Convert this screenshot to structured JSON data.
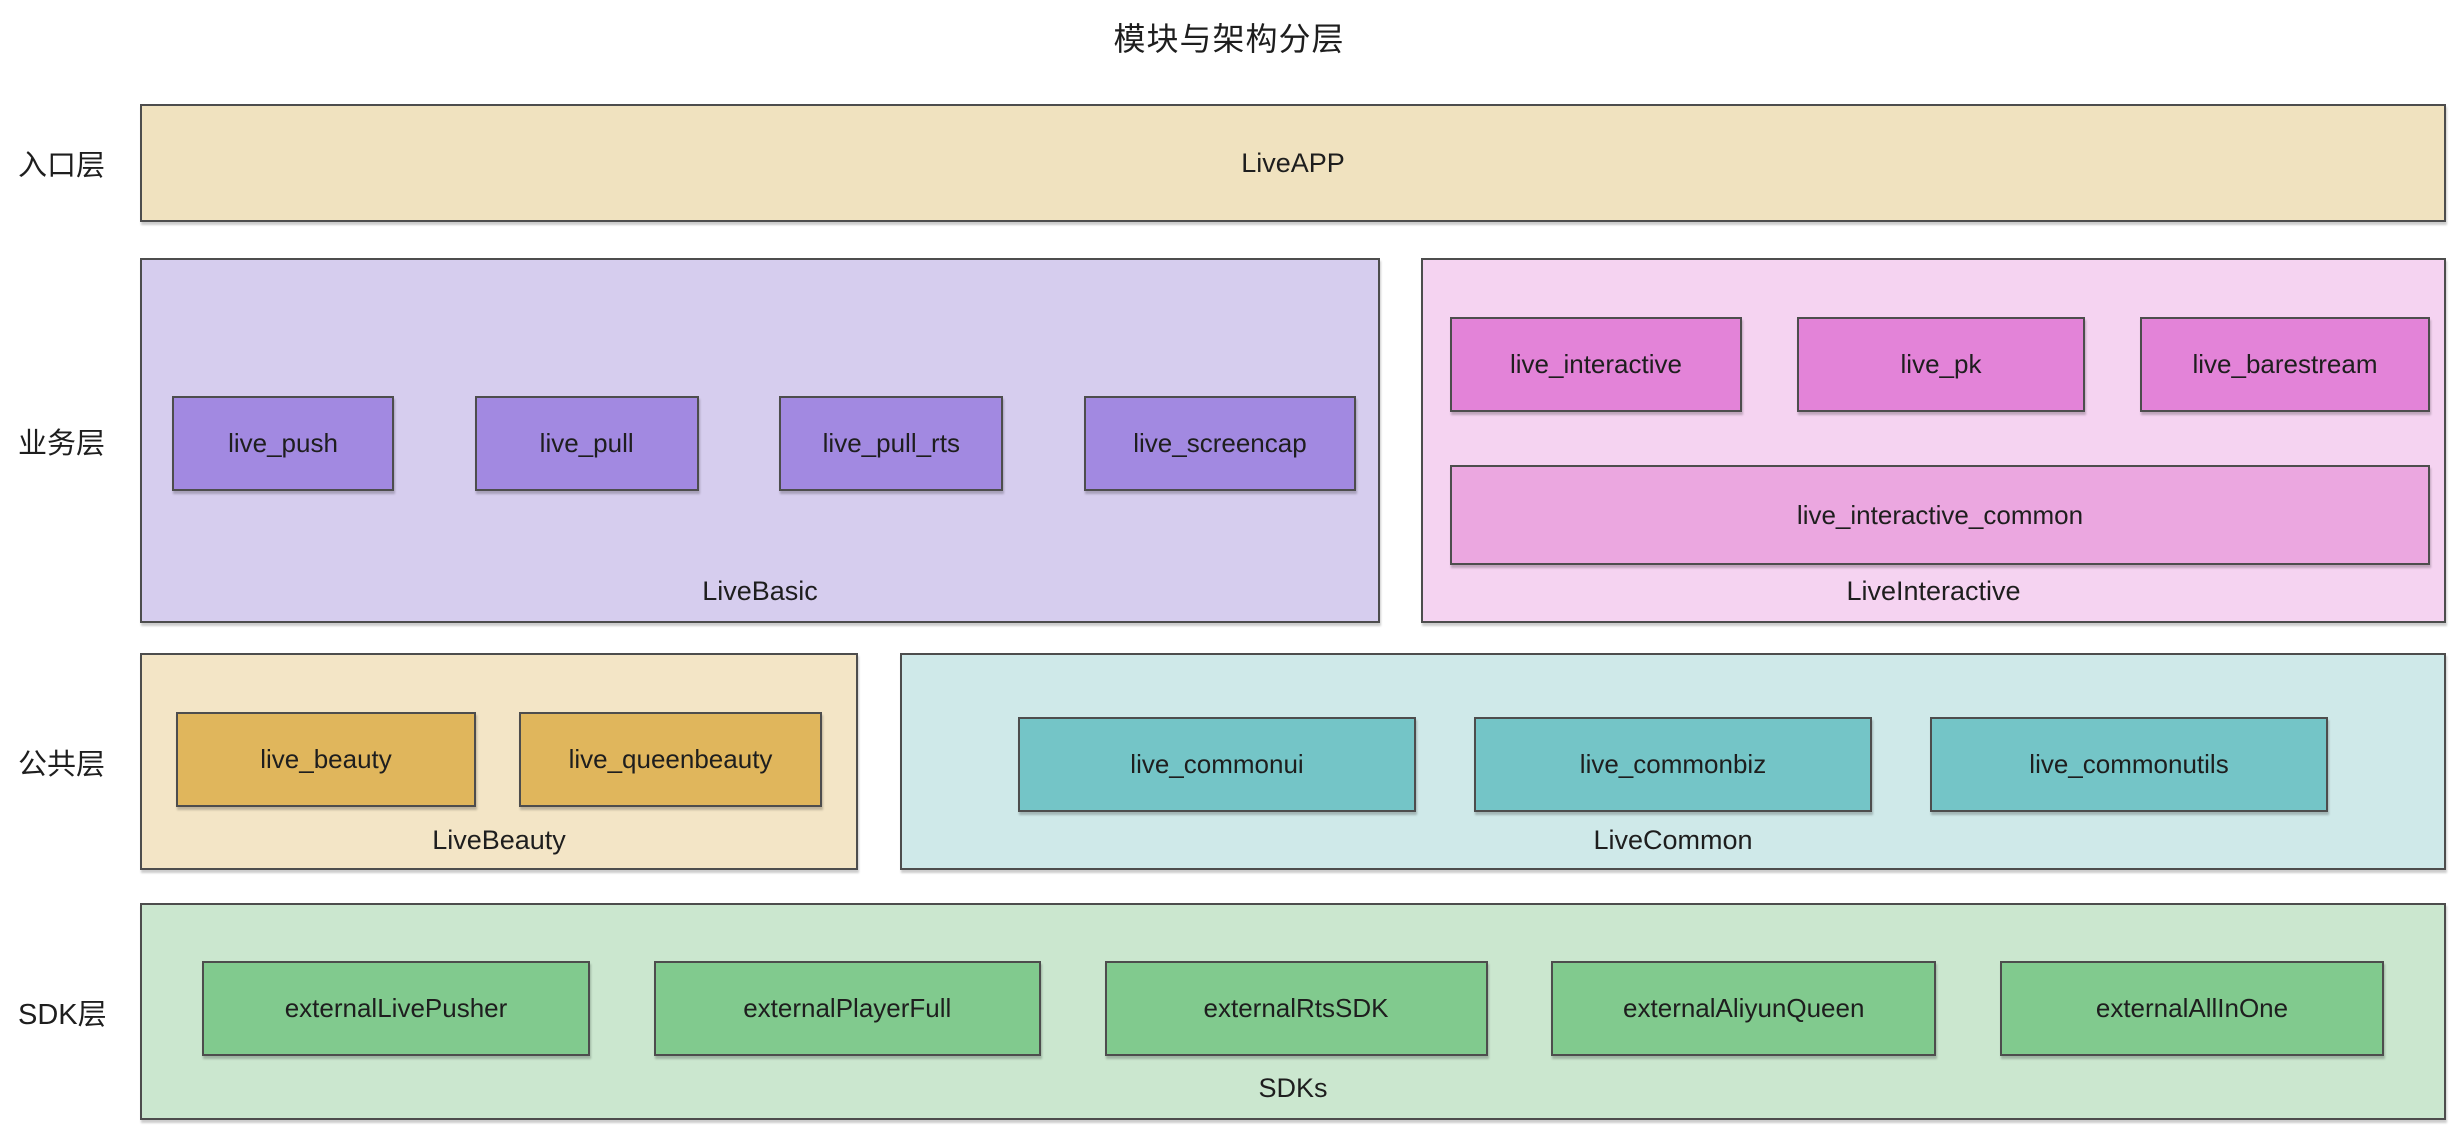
{
  "title": "模块与架构分层",
  "colors": {
    "background": "#ffffff",
    "border": "#4d4d4d",
    "text": "#1e1e1e",
    "entry_fill": "#f0e2bf",
    "basic_fill": "#d6cdee",
    "basic_module_fill": "#a289e1",
    "interactive_fill": "#f5d3f1",
    "interactive_module_fill": "#e383d8",
    "interactive_common_module_fill": "#eba7e0",
    "beauty_fill": "#f3e5c6",
    "beauty_module_fill": "#e0b65c",
    "common_fill": "#cfe9e9",
    "common_module_fill": "#74c5c7",
    "sdk_fill": "#cbe7cf",
    "sdk_module_fill": "#81ca8e"
  },
  "layers": [
    {
      "label": "入口层",
      "groups": [
        {
          "name": "LiveAPP",
          "modules": []
        }
      ]
    },
    {
      "label": "业务层",
      "groups": [
        {
          "name": "LiveBasic",
          "modules": [
            "live_push",
            "live_pull",
            "live_pull_rts",
            "live_screencap"
          ]
        },
        {
          "name": "LiveInteractive",
          "modules": [
            "live_interactive",
            "live_pk",
            "live_barestream"
          ],
          "wide_module": "live_interactive_common"
        }
      ]
    },
    {
      "label": "公共层",
      "groups": [
        {
          "name": "LiveBeauty",
          "modules": [
            "live_beauty",
            "live_queenbeauty"
          ]
        },
        {
          "name": "LiveCommon",
          "modules": [
            "live_commonui",
            "live_commonbiz",
            "live_commonutils"
          ]
        }
      ]
    },
    {
      "label": "SDK层",
      "groups": [
        {
          "name": "SDKs",
          "modules": [
            "externalLivePusher",
            "externalPlayerFull",
            "externalRtsSDK",
            "externalAliyunQueen",
            "externalAllInOne"
          ]
        }
      ]
    }
  ]
}
